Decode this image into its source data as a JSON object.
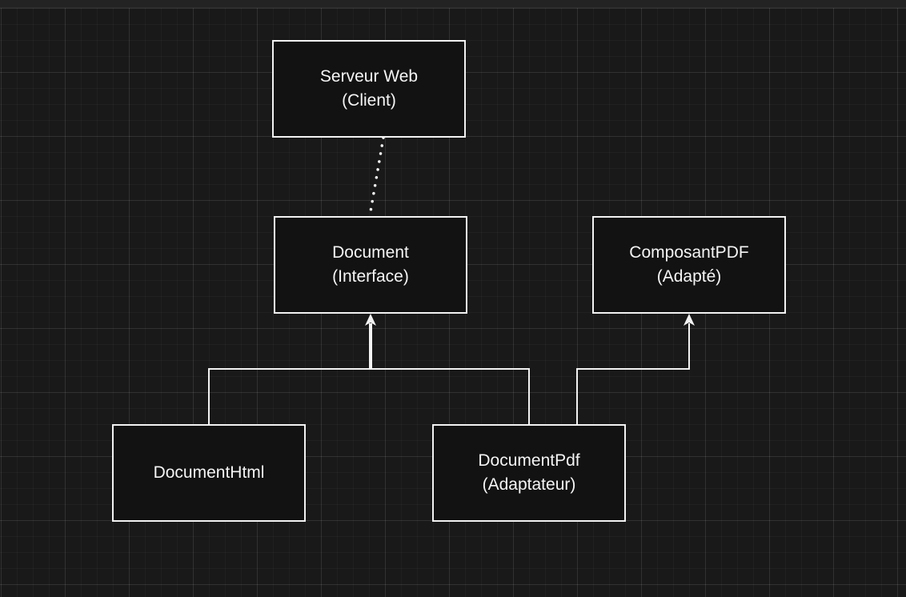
{
  "diagram": {
    "nodes": {
      "serveur": {
        "line1": "Serveur Web",
        "line2": "(Client)"
      },
      "document": {
        "line1": "Document",
        "line2": "(Interface)"
      },
      "composant": {
        "line1": "ComposantPDF",
        "line2": "(Adapté)"
      },
      "html": {
        "line1": "DocumentHtml"
      },
      "pdf": {
        "line1": "DocumentPdf",
        "line2": "(Adaptateur)"
      }
    },
    "edges": [
      {
        "from": "serveur",
        "to": "document",
        "style": "dotted"
      },
      {
        "from": "html",
        "to": "document",
        "style": "solid-arrow"
      },
      {
        "from": "pdf",
        "to": "document",
        "style": "solid-arrow"
      },
      {
        "from": "pdf",
        "to": "composant",
        "style": "solid-arrow"
      }
    ],
    "colors": {
      "background": "#191919",
      "stroke": "#f2f2f2",
      "text": "#f5f5f5"
    }
  }
}
